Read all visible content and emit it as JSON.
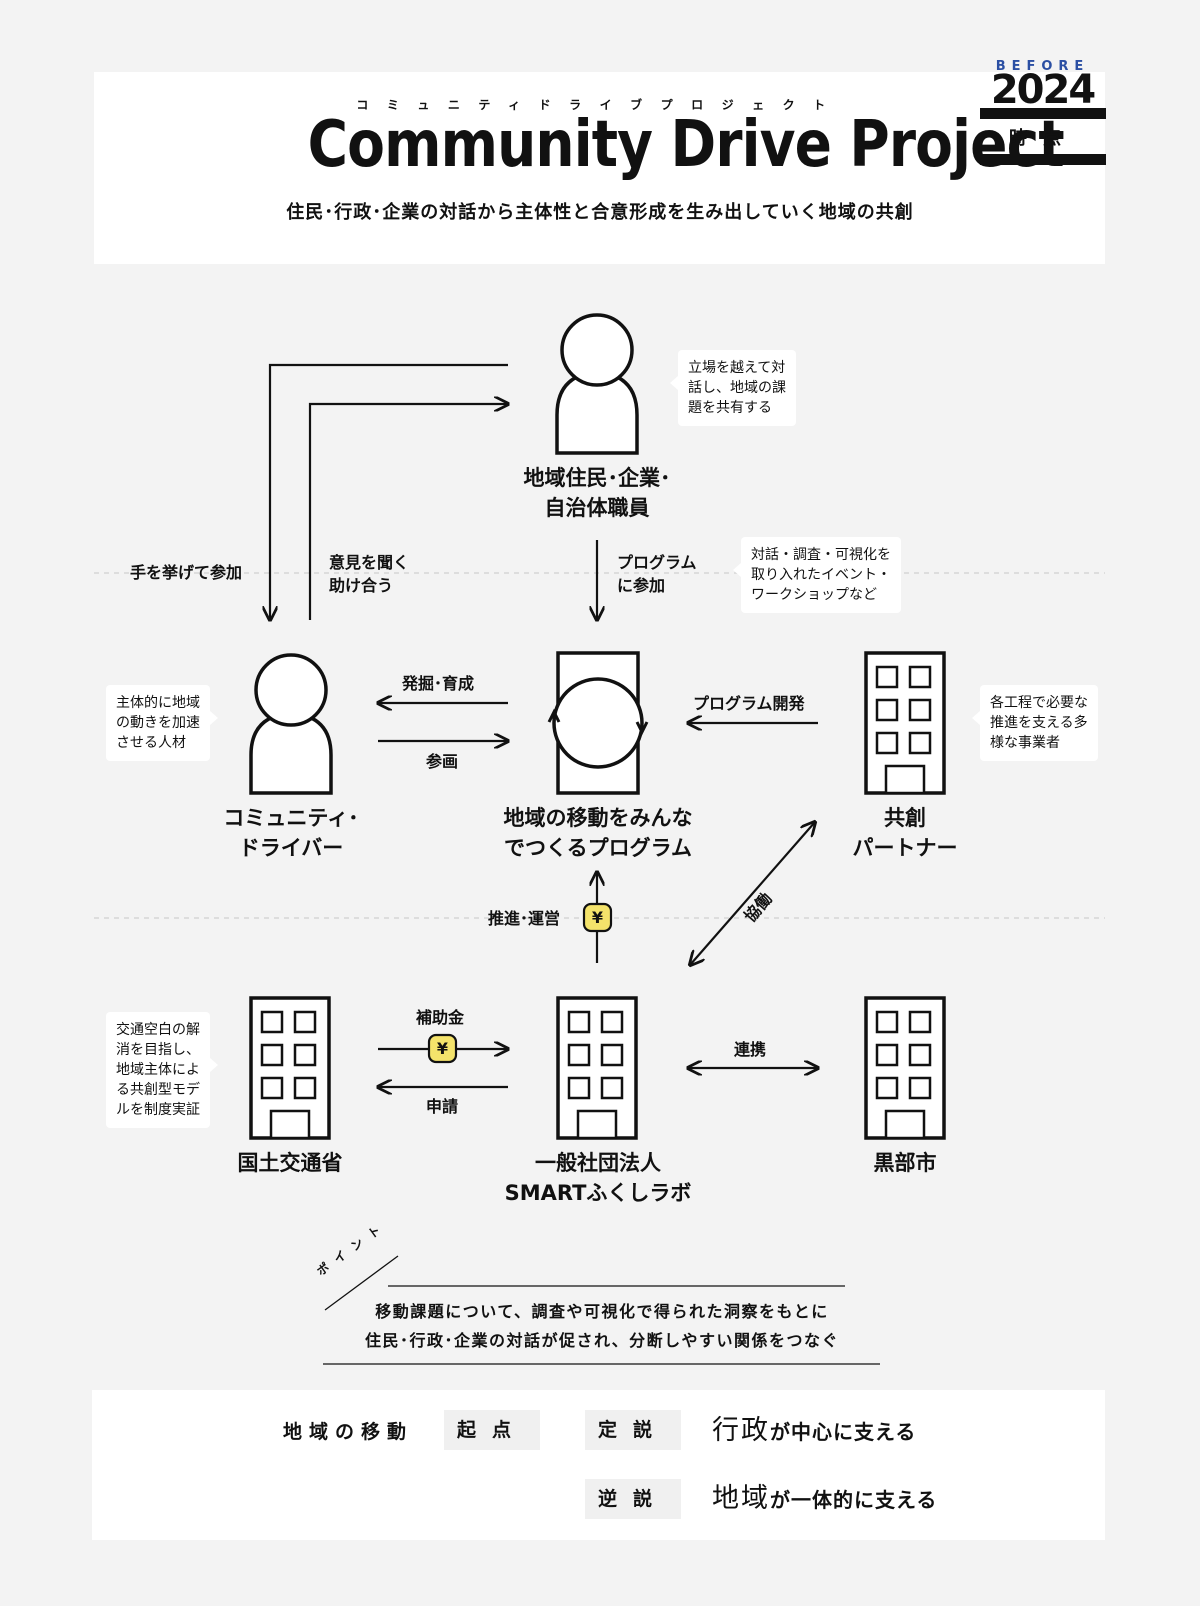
{
  "header": {
    "ruby": "コミュニティドライブプロジェクト",
    "title": "Community Drive Project",
    "subtitle": "住民･行政･企業の対話から主体性と合意形成を生み出していく地域の共創"
  },
  "badge": {
    "before": "BEFORE",
    "year": "2024",
    "time": "時点"
  },
  "nodes": {
    "residents": {
      "line1": "地域住民･企業･",
      "line2": "自治体職員"
    },
    "driver": {
      "line1": "コミュニティ･",
      "line2": "ドライバー"
    },
    "program": {
      "line1": "地域の移動をみんな",
      "line2": "でつくるプログラム"
    },
    "partner": {
      "line1": "共創",
      "line2": "パートナー"
    },
    "ministry": {
      "line1": "国土交通省"
    },
    "lab": {
      "line1": "一般社団法人",
      "line2": "SMARTふくしラボ"
    },
    "city": {
      "line1": "黒部市"
    }
  },
  "edges": {
    "raise_hand": "手を挙げて参加",
    "listen_1": "意見を聞く",
    "listen_2": "助け合う",
    "join_program_1": "プログラム",
    "join_program_2": "に参加",
    "discover": "発掘･育成",
    "plan": "参画",
    "program_dev": "プログラム開発",
    "promote": "推進･運営",
    "cooperate": "協働",
    "subsidy": "補助金",
    "apply": "申請",
    "link": "連携",
    "yen": "¥"
  },
  "bubbles": {
    "residents": [
      "立場を越えて対",
      "話し、地域の課",
      "題を共有する"
    ],
    "program": [
      "対話・調査・可視化を",
      "取り入れたイベント・",
      "ワークショップなど"
    ],
    "driver": [
      "主体的に地域",
      "の動きを加速",
      "させる人材"
    ],
    "partner": [
      "各工程で必要な",
      "推進を支える多",
      "様な事業者"
    ],
    "ministry": [
      "交通空白の解",
      "消を目指し、",
      "地域主体によ",
      "る共創型モデ",
      "ルを制度実証"
    ]
  },
  "point": {
    "tag": "ポイント",
    "line1": "移動課題について、調査や可視化で得られた洞察をもとに",
    "line2": "住民･行政･企業の対話が促され、分断しやすい関係をつなぐ"
  },
  "summary": {
    "topic": "地域の移動",
    "origin": "起点",
    "thesis": "定説",
    "antithesis": "逆説",
    "thesis_big": "行政",
    "thesis_rest": "が中心に支える",
    "anti_big": "地域",
    "anti_rest": "が一体的に支える"
  }
}
